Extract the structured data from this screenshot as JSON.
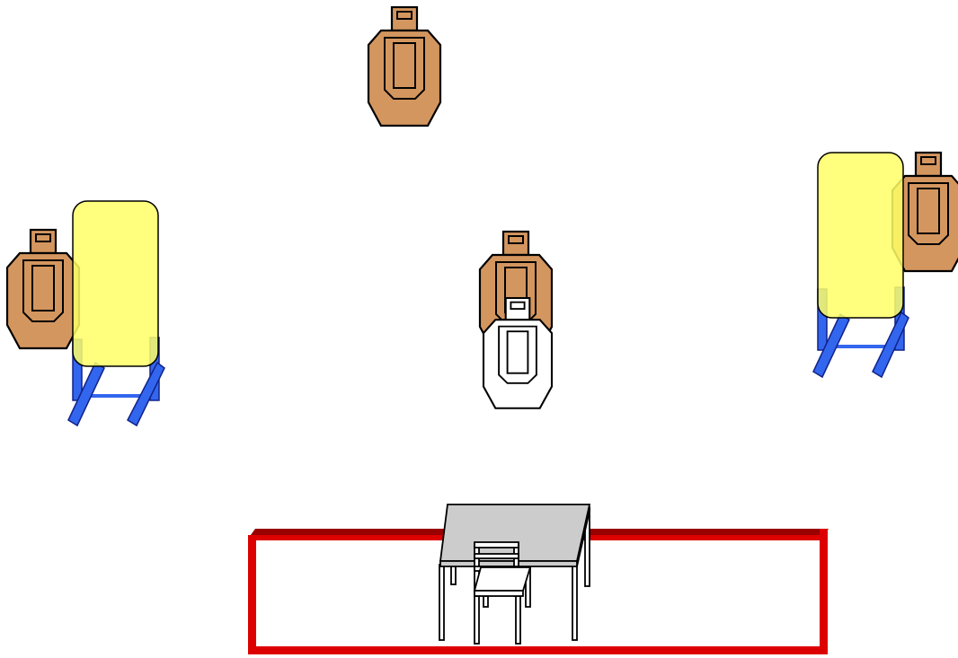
{
  "colors": {
    "target_fill": "#d4965f",
    "no_shoot_fill": "#ffffff",
    "outline": "#000000",
    "barrel_fill": "#ffff66",
    "stand_blue": "#3366ee",
    "stand_blue_dark": "#2244bb",
    "box_red": "#dd0000",
    "box_red_dark": "#990000",
    "table_top": "#cccccc",
    "table_legs": "#ffffff"
  },
  "elements": [
    {
      "kind": "target",
      "id": "target-top-center"
    },
    {
      "kind": "target",
      "id": "target-left"
    },
    {
      "kind": "target",
      "id": "target-right"
    },
    {
      "kind": "target",
      "id": "target-center"
    },
    {
      "kind": "no-shoot",
      "id": "no-shoot-target-center"
    },
    {
      "kind": "barrel-on-stand",
      "id": "barrel-left"
    },
    {
      "kind": "barrel-on-stand",
      "id": "barrel-right"
    },
    {
      "kind": "shooting-box",
      "id": "shooting-box"
    },
    {
      "kind": "table",
      "id": "table"
    },
    {
      "kind": "chair",
      "id": "chair"
    }
  ]
}
